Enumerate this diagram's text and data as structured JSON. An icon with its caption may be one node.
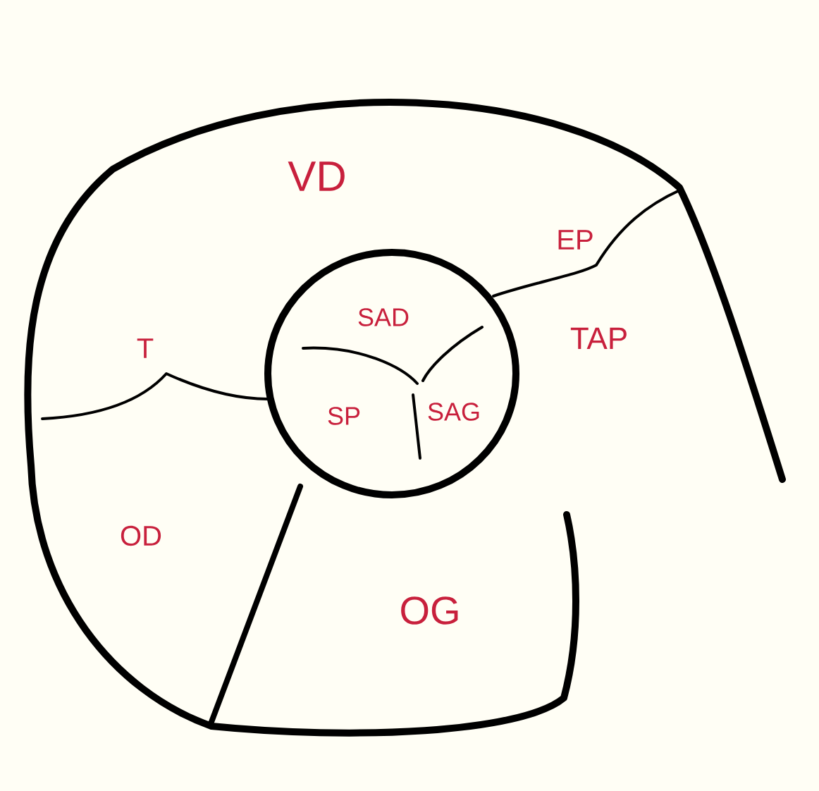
{
  "diagram": {
    "labels": [
      "VD",
      "EP",
      "T",
      "SAD",
      "TAP",
      "SP",
      "SAG",
      "OD",
      "OG"
    ]
  }
}
